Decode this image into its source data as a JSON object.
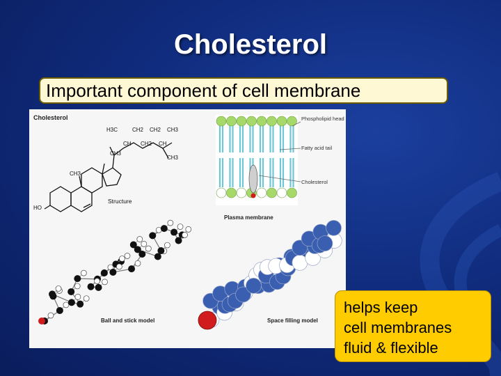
{
  "slide": {
    "title": "Cholesterol",
    "subtitle": "Important component of cell membrane",
    "note_lines": [
      "helps keep",
      "cell membranes",
      "fluid & flexible"
    ]
  },
  "figure": {
    "heading": "Cholesterol",
    "structure": {
      "groups": {
        "h3c": "H3C",
        "ch2_a": "CH2",
        "ch2_b": "CH2",
        "ch3_a": "CH3",
        "ch": "CH",
        "ch2_c": "CH2",
        "ch_b": "CH",
        "ch3_b": "CH3",
        "ch3_c": "CH3",
        "ch3_d": "CH3",
        "ho": "HO"
      },
      "label": "Structure"
    },
    "membrane": {
      "labels": [
        "Phospholipid head group",
        "Fatty acid tail",
        "Cholesterol"
      ],
      "caption": "Plasma membrane"
    },
    "ball_stick_caption": "Ball and stick model",
    "space_fill_caption": "Space filling model"
  },
  "colors": {
    "background": "#102c7e",
    "subtitle_box": "#fff8d4",
    "note_box": "#ffcc00",
    "head_group": "#a6d96a",
    "tail": "#6ec6d6",
    "oxygen": "#d01c1c",
    "space_fill_blue": "#3a5fb0"
  }
}
